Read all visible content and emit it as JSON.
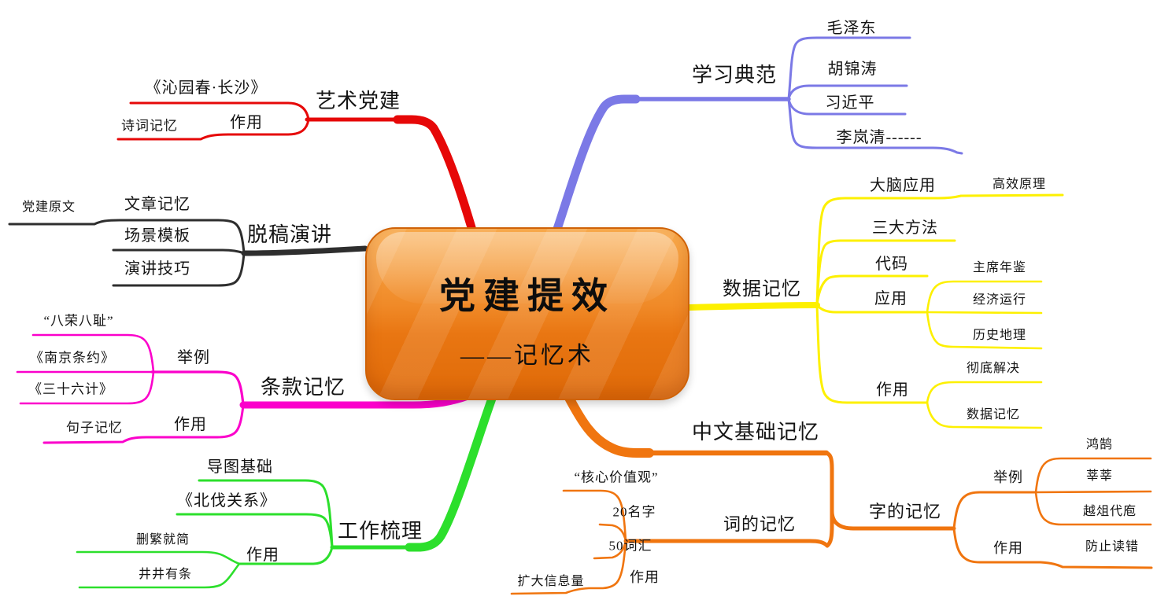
{
  "center": {
    "title": "党建提效",
    "subtitle": "——记忆术"
  },
  "branches": {
    "art": {
      "label": "艺术党建",
      "color": "#e60808",
      "children": {
        "poem": {
          "label": "《沁园春·长沙》"
        },
        "effect": {
          "label": "作用",
          "children": {
            "shici": {
              "label": "诗词记忆"
            }
          }
        }
      }
    },
    "models": {
      "label": "学习典范",
      "color": "#7b79e6",
      "children": {
        "mao": {
          "label": "毛泽东"
        },
        "hu": {
          "label": "胡锦涛"
        },
        "xi": {
          "label": "习近平"
        },
        "li": {
          "label": "李岚清------"
        }
      }
    },
    "speech": {
      "label": "脱稿演讲",
      "color": "#2e2e2e",
      "children": {
        "article": {
          "label": "文章记忆",
          "children": {
            "origin": {
              "label": "党建原文"
            }
          }
        },
        "scene": {
          "label": "场景模板"
        },
        "skill": {
          "label": "演讲技巧"
        }
      }
    },
    "clauses": {
      "label": "条款记忆",
      "color": "#fb00cb",
      "children": {
        "examples": {
          "label": "举例",
          "children": {
            "barongbachi": {
              "label": "“八荣八耻”"
            },
            "nanjing": {
              "label": "《南京条约》"
            },
            "sanshiliuji": {
              "label": "《三十六计》"
            }
          }
        },
        "effect": {
          "label": "作用",
          "children": {
            "sentence": {
              "label": "句子记忆"
            }
          }
        }
      }
    },
    "work": {
      "label": "工作梳理",
      "color": "#2cdf2c",
      "children": {
        "mapbasics": {
          "label": "导图基础"
        },
        "beifa": {
          "label": "《北伐关系》"
        },
        "effect": {
          "label": "作用",
          "children": {
            "simplify": {
              "label": "删繁就简"
            },
            "order": {
              "label": "井井有条"
            }
          }
        }
      }
    },
    "data": {
      "label": "数据记忆",
      "color": "#fdf000",
      "children": {
        "brain": {
          "label": "大脑应用",
          "children": {
            "principle": {
              "label": "高效原理"
            }
          }
        },
        "methods": {
          "label": "三大方法"
        },
        "code": {
          "label": "代码"
        },
        "apply": {
          "label": "应用",
          "children": {
            "yearbook": {
              "label": "主席年鉴"
            },
            "economy": {
              "label": "经济运行"
            },
            "histgeo": {
              "label": "历史地理"
            }
          }
        },
        "effect": {
          "label": "作用",
          "children": {
            "solve": {
              "label": "彻底解决"
            },
            "datamem": {
              "label": "数据记忆"
            }
          }
        }
      }
    },
    "chinese": {
      "label": "中文基础记忆",
      "color": "#f0750f",
      "children": {
        "words": {
          "label": "词的记忆",
          "children": {
            "corevalues": {
              "label": "“核心价值观”"
            },
            "names20": {
              "label": "20名字"
            },
            "vocab50": {
              "label": "50词汇"
            },
            "effect": {
              "label": "作用",
              "children": {
                "expand": {
                  "label": "扩大信息量"
                }
              }
            }
          }
        },
        "chars": {
          "label": "字的记忆",
          "children": {
            "examples": {
              "label": "举例",
              "children": {
                "honghu": {
                  "label": "鸿鹄"
                },
                "shenshen": {
                  "label": "莘莘"
                },
                "yuezudaipao": {
                  "label": "越俎代庖"
                }
              }
            },
            "effect": {
              "label": "作用",
              "children": {
                "misread": {
                  "label": "防止读错"
                }
              }
            }
          }
        }
      }
    }
  }
}
